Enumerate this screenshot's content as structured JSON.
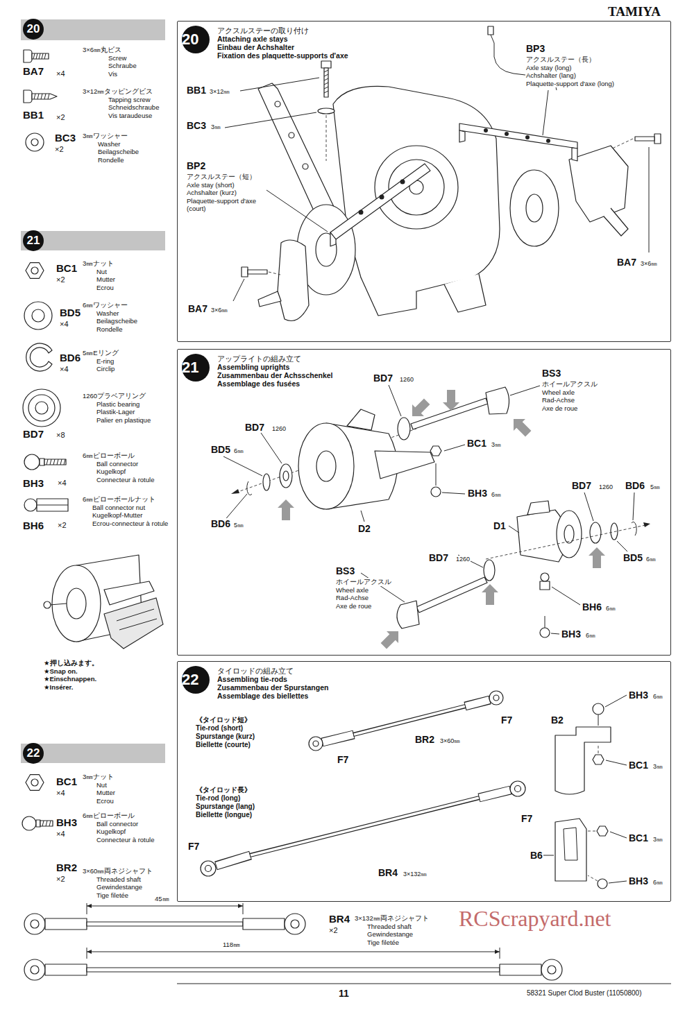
{
  "diagram": {
    "nodes": [
      {
        "text": [
          "20"
        ]
      },
      {
        "text": [
          "アクスルステーの取り付け",
          "Attaching axle stays",
          "Einbau der Achshalter",
          "Fixation des plaquette-supports d'axe"
        ]
      },
      {
        "text": [
          "20"
        ],
        "in": 1
      },
      {
        "text": [
          "21"
        ]
      },
      {
        "text": [
          "アップライトの組み立て",
          "Assembling uprights",
          "Zusammenbau der Achsschenkel",
          "Assemblage des fusées"
        ]
      },
      {
        "text": [
          "21"
        ],
        "in": 4
      },
      {
        "text": [
          "22"
        ]
      },
      {
        "text": [
          "タイロッドの組み立て",
          "Assembling tie-rods",
          "Zusammenbau der Spurstangen",
          "Assemblage des biellettes"
        ]
      },
      {
        "text": [
          "22"
        ],
        "in": 7
      }
    ],
    "labels": [
      "TAMIYA",
      "3×6㎜丸ビス",
      "Screw",
      "Schraube",
      "Vis",
      "BA7",
      "×4",
      "3×12㎜タッピングビス",
      "Tapping screw",
      "Schneidschraube",
      "Vis taraudeuse",
      "BB1",
      "×2",
      "3㎜ワッシャー",
      "Washer",
      "Beilagscheibe",
      "Rondelle",
      "BC3",
      "×2",
      "BC1",
      "×2",
      "3㎜ナット",
      "Nut",
      "Mutter",
      "Ecrou",
      "BD5",
      "×4",
      "6㎜ワッシャー",
      "Washer",
      "Beilagscheibe",
      "Rondelle",
      "BD6",
      "×4",
      "5㎜Eリング",
      "E-ring",
      "Circlip",
      "BD7",
      "×8",
      "1260プラベアリング",
      "Plastic bearing",
      "Plastik-Lager",
      "Palier en plastique",
      "BH3",
      "×4",
      "6㎜ピローボール",
      "Ball connector",
      "Kugelkopf",
      "Connecteur à rotule",
      "BH6",
      "×2",
      "6㎜ピローボールナット",
      "Ball connector nut",
      "Kugelkopf-Mutter",
      "Ecrou-connecteur à rotule",
      "★押し込みます。",
      "★Snap on.",
      "★Einschnappen.",
      "★Insérer.",
      "BC1",
      "×4",
      "3㎜ナット",
      "Nut",
      "Mutter",
      "Ecrou",
      "BH3",
      "×4",
      "6㎜ピローボール",
      "Ball connector",
      "Kugelkopf",
      "Connecteur à rotule",
      "BR2",
      "×2",
      "3×60㎜両ネジシャフト",
      "Threaded shaft",
      "Gewindestange",
      "Tige filetée",
      "45㎜",
      "BR4",
      "×2",
      "3×132㎜両ネジシャフト",
      "Threaded shaft",
      "Gewindestange",
      "Tige filetée",
      "118㎜",
      "BB1",
      "3×12㎜",
      "BC3",
      "3㎜",
      "BP2",
      "アクスルステー（短）",
      "Axle stay (short)",
      "Achshalter (kurz)",
      "Plaquette-support d'axe",
      "(court)",
      "BP3",
      "アクスルステー（長）",
      "Axle stay (long)",
      "Achshalter (lang)",
      "Plaquette-support d'axe (long)",
      "BA7",
      "3×6㎜",
      "BA7",
      "3×6㎜",
      "BD7",
      "1260",
      "BS3",
      "ホイールアクスル",
      "Wheel axle",
      "Rad-Achse",
      "Axe de roue",
      "BD7",
      "1260",
      "BD5",
      "6㎜",
      "BC1",
      "3㎜",
      "BH3",
      "6㎜",
      "BD6",
      "5㎜",
      "D2",
      "BD7",
      "1260",
      "BD6",
      "5㎜",
      "D1",
      "BD5",
      "6㎜",
      "BD7",
      "1260",
      "BS3",
      "ホイールアクスル",
      "Wheel axle",
      "Rad-Achse",
      "Axe de roue",
      "BH6",
      "6㎜",
      "BH3",
      "6㎜",
      "《タイロッド短》",
      "Tie-rod (short)",
      "Spurstange (kurz)",
      "Biellette (courte)",
      "F7",
      "F7",
      "BR2",
      "3×60㎜",
      "《タイロッド長》",
      "Tie-rod (long)",
      "Spurstange (lang)",
      "Biellette (longue)",
      "F7",
      "F7",
      "BR4",
      "3×132㎜",
      "BH3",
      "6㎜",
      "B2",
      "BC1",
      "3㎜",
      "BC1",
      "3㎜",
      "B6",
      "BH3",
      "6㎜",
      "11",
      "58321 Super Clod Buster (11050800)",
      "RCScrapyard.net"
    ]
  }
}
